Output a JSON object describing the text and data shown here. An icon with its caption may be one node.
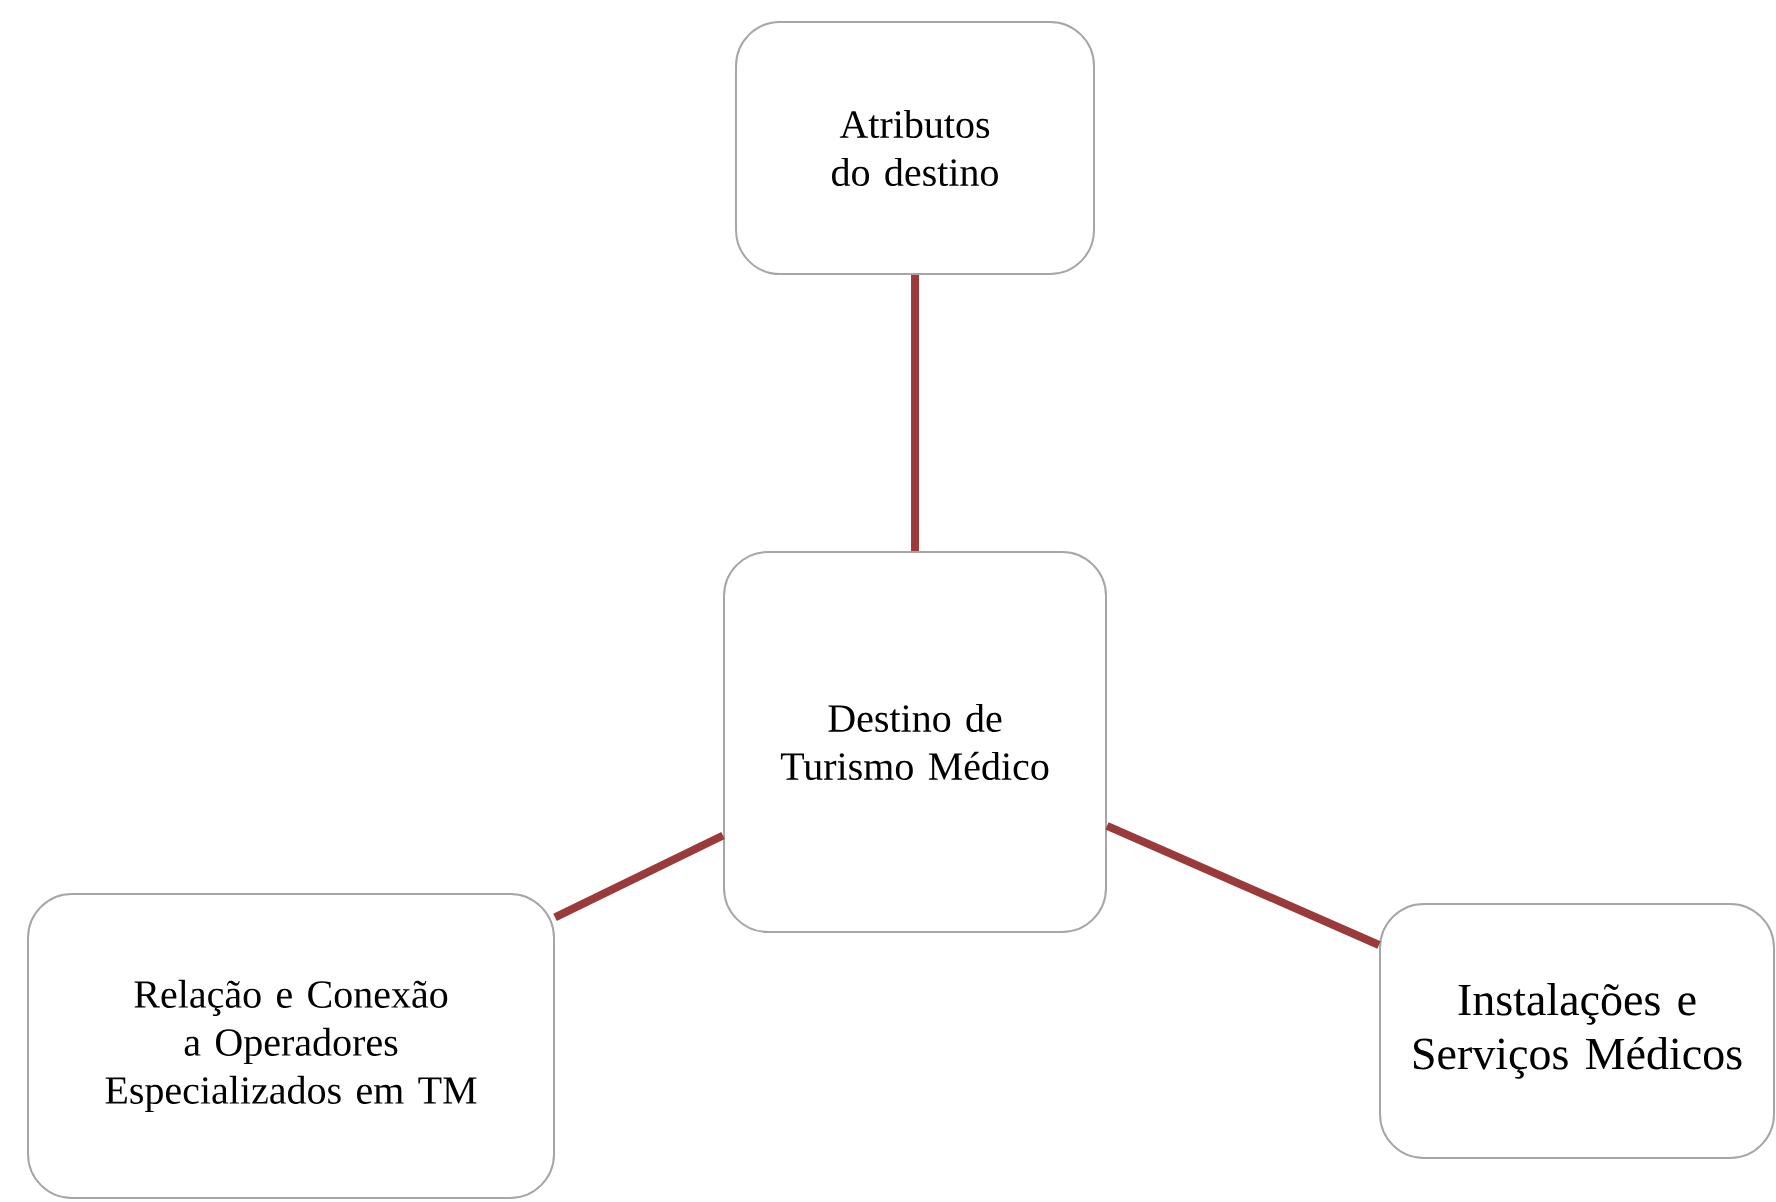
{
  "diagram": {
    "nodes": [
      {
        "text": [
          "Atributos do destino"
        ]
      },
      {
        "text": [
          "Destino de Turismo Médico"
        ]
      },
      {
        "text": [
          "Relação e Conexão a Operadores Especializados em TM"
        ]
      },
      {
        "text": [
          "Instalações e Serviços Médicos"
        ]
      }
    ],
    "edges": [
      {
        "from": 1,
        "to": 0,
        "arrow": "none"
      },
      {
        "from": 1,
        "to": 2,
        "arrow": "none"
      },
      {
        "from": 1,
        "to": 3,
        "arrow": "none"
      }
    ]
  }
}
